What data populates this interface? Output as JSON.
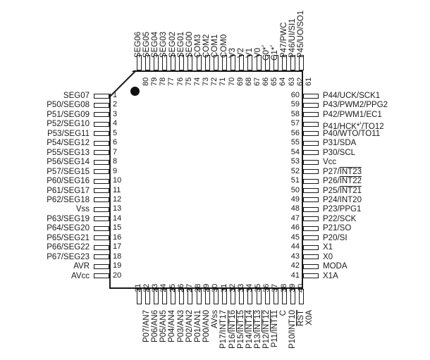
{
  "diagram": {
    "type": "qfp-80-pinout",
    "package_pin_count": 80,
    "marker": "pin1-dot"
  },
  "pins": {
    "left": [
      {
        "num": "1",
        "label": "SEG07"
      },
      {
        "num": "2",
        "label": "P50/SEG08"
      },
      {
        "num": "3",
        "label": "P51/SEG09"
      },
      {
        "num": "4",
        "label": "P52/SEG10"
      },
      {
        "num": "5",
        "label": "P53/SEG11"
      },
      {
        "num": "6",
        "label": "P54/SEG12"
      },
      {
        "num": "7",
        "label": "P55/SEG13"
      },
      {
        "num": "8",
        "label": "P56/SEG14"
      },
      {
        "num": "9",
        "label": "P57/SEG15"
      },
      {
        "num": "10",
        "label": "P60/SEG16"
      },
      {
        "num": "11",
        "label": "P61/SEG17"
      },
      {
        "num": "12",
        "label": "P62/SEG18"
      },
      {
        "num": "13",
        "label": "Vss"
      },
      {
        "num": "14",
        "label": "P63/SEG19"
      },
      {
        "num": "15",
        "label": "P64/SEG20"
      },
      {
        "num": "16",
        "label": "P65/SEG21"
      },
      {
        "num": "17",
        "label": "P66/SEG22"
      },
      {
        "num": "18",
        "label": "P67/SEG23"
      },
      {
        "num": "19",
        "label": "AVR"
      },
      {
        "num": "20",
        "label": "AVcc"
      }
    ],
    "bottom": [
      {
        "num": "21",
        "label": "P07/AN7"
      },
      {
        "num": "22",
        "label": "P06/AN6"
      },
      {
        "num": "23",
        "label": "P05/AN5"
      },
      {
        "num": "24",
        "label": "P04/AN4"
      },
      {
        "num": "25",
        "label": "P03/AN3"
      },
      {
        "num": "26",
        "label": "P02/AN2"
      },
      {
        "num": "27",
        "label": "P01/AN1"
      },
      {
        "num": "28",
        "label": "P00/AN0"
      },
      {
        "num": "29",
        "label": "AVss"
      },
      {
        "num": "30",
        "label": "P17/INT17"
      },
      {
        "num": "31",
        "label": "P16/INT16",
        "overline_from": 4
      },
      {
        "num": "32",
        "label": "P15/INT15",
        "overline_from": 4
      },
      {
        "num": "33",
        "label": "P14/INT14",
        "overline_from": 4
      },
      {
        "num": "34",
        "label": "P13/INT13",
        "overline_from": 4
      },
      {
        "num": "35",
        "label": "P12/INT12",
        "overline_from": 4
      },
      {
        "num": "36",
        "label": "P11/INT11",
        "overline_from": 4
      },
      {
        "num": "37",
        "label": "C"
      },
      {
        "num": "38",
        "label": "P10/INT10"
      },
      {
        "num": "39",
        "label": "RST",
        "overline_from": 0
      },
      {
        "num": "40",
        "label": "X0A"
      }
    ],
    "right": [
      {
        "num": "41",
        "label": "X1A"
      },
      {
        "num": "42",
        "label": "MODA"
      },
      {
        "num": "43",
        "label": "X0"
      },
      {
        "num": "44",
        "label": "X1"
      },
      {
        "num": "45",
        "label": "P20/SI"
      },
      {
        "num": "46",
        "label": "P21/SO"
      },
      {
        "num": "47",
        "label": "P22/SCK"
      },
      {
        "num": "48",
        "label": "P23/PPG1"
      },
      {
        "num": "49",
        "label": "P24/INT20"
      },
      {
        "num": "50",
        "label": "P25/INT21",
        "overline_from": 4
      },
      {
        "num": "51",
        "label": "P26/INT22",
        "overline_from": 4
      },
      {
        "num": "52",
        "label": "P27/INT23",
        "overline_from": 4
      },
      {
        "num": "53",
        "label": "Vcc"
      },
      {
        "num": "54",
        "label": "P30/SCL"
      },
      {
        "num": "55",
        "label": "P31/SDA"
      },
      {
        "num": "56",
        "label": "P40/WTO/TO11"
      },
      {
        "num": "57",
        "label": "P41/HCK*¹/TO12"
      },
      {
        "num": "58",
        "label": "P42/PWM1/EC1"
      },
      {
        "num": "59",
        "label": "P43/PWM2/PPG2"
      },
      {
        "num": "60",
        "label": "P44/UCK/SCK1"
      }
    ],
    "top": [
      {
        "num": "61",
        "label": "P45/UO/SO1"
      },
      {
        "num": "62",
        "label": "P46/UI/SI1"
      },
      {
        "num": "63",
        "label": "P47/PWC"
      },
      {
        "num": "64",
        "label": "C1*²"
      },
      {
        "num": "65",
        "label": "C0*²"
      },
      {
        "num": "66",
        "label": "V0"
      },
      {
        "num": "67",
        "label": "V1"
      },
      {
        "num": "68",
        "label": "V2"
      },
      {
        "num": "69",
        "label": "V3"
      },
      {
        "num": "70",
        "label": "COM0"
      },
      {
        "num": "71",
        "label": "COM1"
      },
      {
        "num": "72",
        "label": "COM2"
      },
      {
        "num": "73",
        "label": "COM3"
      },
      {
        "num": "74",
        "label": "SEG00"
      },
      {
        "num": "75",
        "label": "SEG01"
      },
      {
        "num": "76",
        "label": "SEG02"
      },
      {
        "num": "77",
        "label": "SEG03"
      },
      {
        "num": "78",
        "label": "SEG04"
      },
      {
        "num": "79",
        "label": "SEG05"
      },
      {
        "num": "80",
        "label": "SEG06"
      }
    ]
  },
  "colors": {
    "outline": "#1a1a1a",
    "background": "#ffffff",
    "marker": "#111111"
  }
}
